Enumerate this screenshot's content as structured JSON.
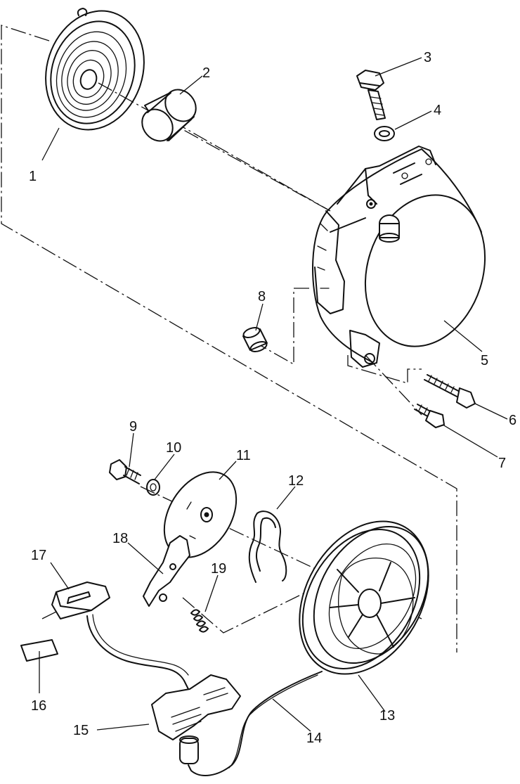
{
  "diagram": {
    "type": "exploded-parts-diagram",
    "ink_color": "#111111",
    "background_color": "#ffffff",
    "callouts": [
      {
        "id": "1",
        "label": "1"
      },
      {
        "id": "2",
        "label": "2"
      },
      {
        "id": "3",
        "label": "3"
      },
      {
        "id": "4",
        "label": "4"
      },
      {
        "id": "5",
        "label": "5"
      },
      {
        "id": "6",
        "label": "6"
      },
      {
        "id": "7",
        "label": "7"
      },
      {
        "id": "8",
        "label": "8"
      },
      {
        "id": "9",
        "label": "9"
      },
      {
        "id": "10",
        "label": "10"
      },
      {
        "id": "11",
        "label": "11"
      },
      {
        "id": "12",
        "label": "12"
      },
      {
        "id": "13",
        "label": "13"
      },
      {
        "id": "14",
        "label": "14"
      },
      {
        "id": "15",
        "label": "15"
      },
      {
        "id": "16",
        "label": "16"
      },
      {
        "id": "17",
        "label": "17"
      },
      {
        "id": "18",
        "label": "18"
      },
      {
        "id": "19",
        "label": "19"
      }
    ]
  }
}
